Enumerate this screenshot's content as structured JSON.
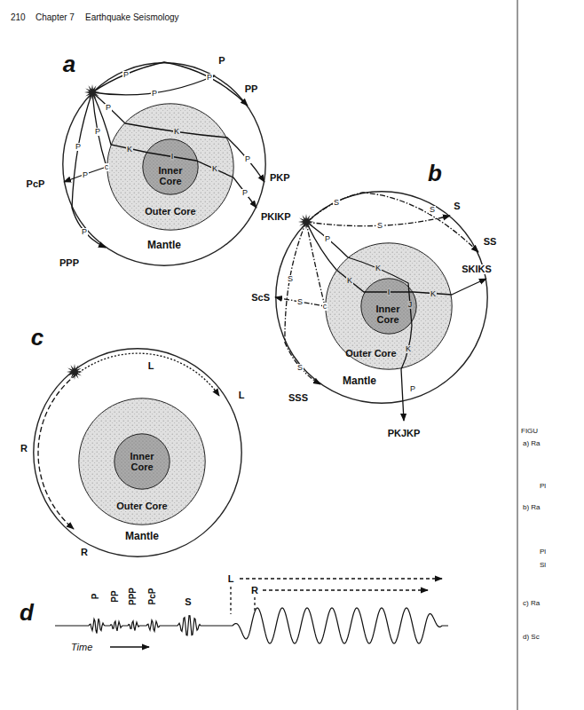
{
  "diagram": {
    "nodes": [
      {
        "text": [
          "Mantle"
        ]
      },
      {
        "text": [
          "Outer Core"
        ],
        "in": 0
      },
      {
        "text": [
          "Inner Core"
        ],
        "in": 1
      },
      {
        "text": [
          "Mantle"
        ]
      },
      {
        "text": [
          "Outer Core"
        ],
        "in": 3
      },
      {
        "text": [
          "Inner Core"
        ],
        "in": 4
      },
      {
        "text": [
          "Mantle"
        ]
      },
      {
        "text": [
          "Outer Core"
        ],
        "in": 6
      },
      {
        "text": [
          "Inner Core"
        ],
        "in": 7
      }
    ],
    "labels": [
      "210",
      "Chapter 7",
      "Earthquake Seismology",
      "a",
      "P",
      "PP",
      "PKP",
      "PKIKP",
      "PcP",
      "PPP",
      "P",
      "P",
      "P",
      "P",
      "K",
      "P",
      "K",
      "I",
      "K",
      "P",
      "c",
      "P",
      "P",
      "P",
      "P",
      "b",
      "S",
      "SS",
      "SKIKS",
      "ScS",
      "SSS",
      "PKJKP",
      "S",
      "S",
      "S",
      "K",
      "I",
      "K",
      "c",
      "S",
      "S",
      "S",
      "P",
      "K",
      "J",
      "K",
      "P",
      "c",
      "L",
      "L",
      "R",
      "R",
      "d",
      "P",
      "PP",
      "PPP",
      "PcP",
      "S",
      "L",
      "R",
      "Time",
      "FIGU",
      "a) Ra",
      "Pl",
      "b) Ra",
      "Pl",
      "Sl",
      "c) Ra",
      "d) Sc"
    ]
  }
}
